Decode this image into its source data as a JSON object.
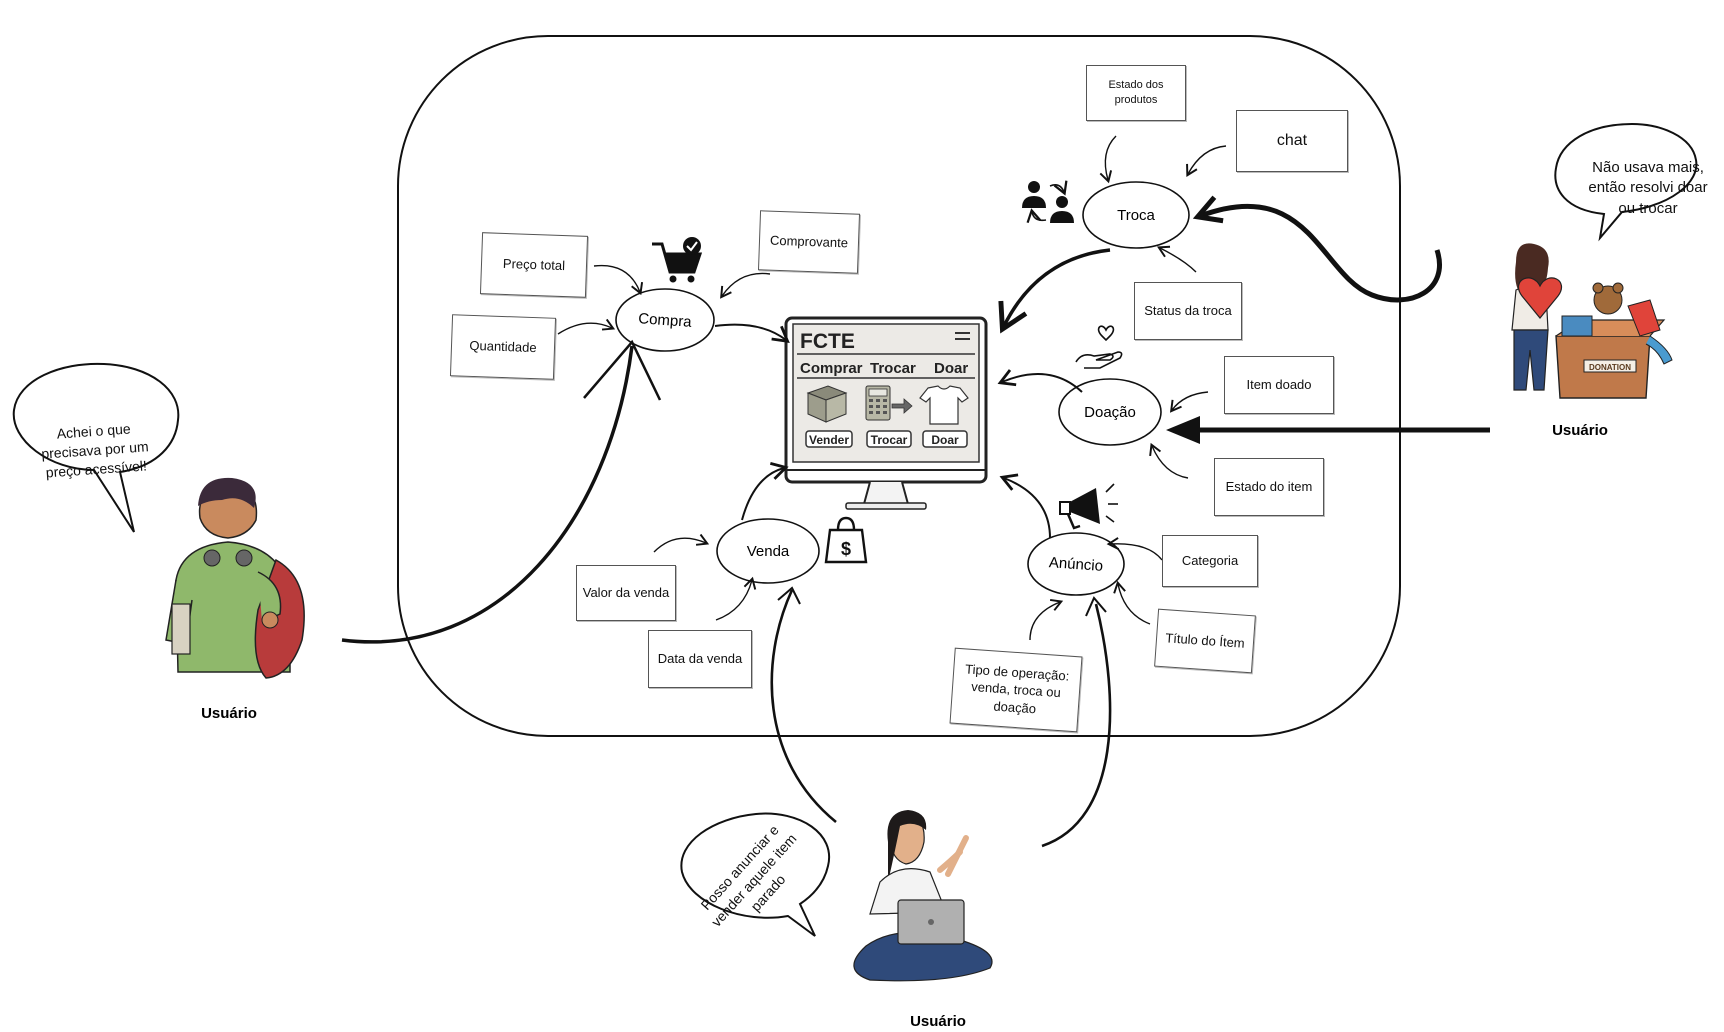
{
  "screen": {
    "brand": "FCTE",
    "menu": [
      "Comprar",
      "Trocar",
      "Doar"
    ],
    "buttons": [
      "Vender",
      "Trocar",
      "Doar"
    ]
  },
  "nodes": {
    "compra": "Compra",
    "venda": "Venda",
    "troca": "Troca",
    "doacao": "Doação",
    "anuncio": "Anúncio"
  },
  "boxes": {
    "preco_total": "Preço total",
    "quantidade": "Quantidade",
    "comprovante": "Comprovante",
    "valor_venda": "Valor da venda",
    "data_venda": "Data da venda",
    "estado_produtos": "Estado dos produtos",
    "chat": "chat",
    "status_troca": "Status da troca",
    "item_doado": "Item doado",
    "estado_item": "Estado do item",
    "categoria": "Categoria",
    "titulo_item": "Título do Ítem",
    "tipo_operacao": "Tipo de operação: venda, troca ou doação"
  },
  "users": {
    "left": {
      "label": "Usuário",
      "speech": "Achei o que precisava por um preço acessível!"
    },
    "right": {
      "label": "Usuário",
      "speech": "Não usava mais, então resolvi doar ou trocar",
      "box_text": "DONATION"
    },
    "bottom": {
      "label": "Usuário",
      "speech": "Posso anunciar e vender aquele item parado"
    }
  },
  "colors": {
    "ink": "#111111",
    "skin": "#c98a5e",
    "shirt_green": "#8fb86b",
    "pants_blue": "#2f4a7a",
    "box_brown": "#c0794a",
    "heart_red": "#e0443a"
  }
}
